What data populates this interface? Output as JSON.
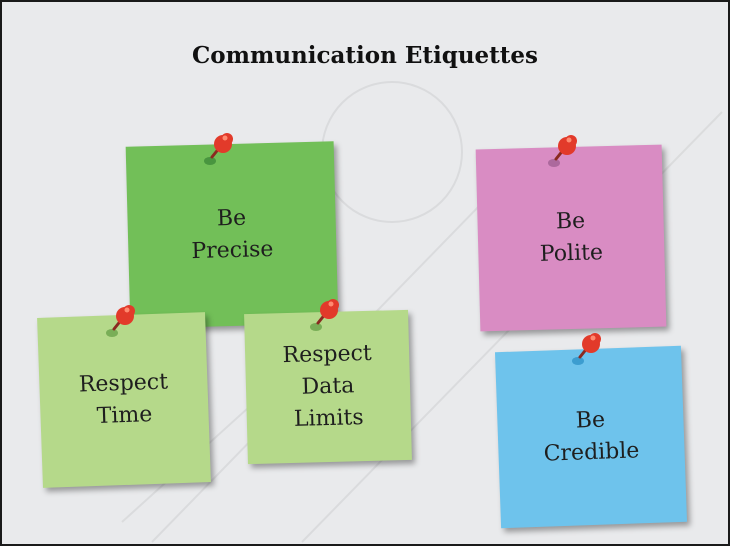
{
  "title": "Communication Etiquettes",
  "notes": [
    {
      "id": "be-precise",
      "text": "Be\nPrecise",
      "color": "#72bf58",
      "pin_shadow": "#3f8b3a"
    },
    {
      "id": "be-polite",
      "text": "Be\nPolite",
      "color": "#d98cc3",
      "pin_shadow": "#a06094"
    },
    {
      "id": "respect-time",
      "text": "Respect\nTime",
      "color": "#b5d98a",
      "pin_shadow": "#6aa24a"
    },
    {
      "id": "respect-data-limits",
      "text": "Respect\nData\nLimits",
      "color": "#b5d98a",
      "pin_shadow": "#6aa24a"
    },
    {
      "id": "be-credible",
      "text": "Be\nCredible",
      "color": "#6ec3ec",
      "pin_shadow": "#2f93c9"
    }
  ],
  "colors": {
    "background": "#e9eaec",
    "pin": "#e23a2a",
    "pin_highlight": "#ff8a70"
  },
  "icons": [
    "push-pin-icon"
  ]
}
